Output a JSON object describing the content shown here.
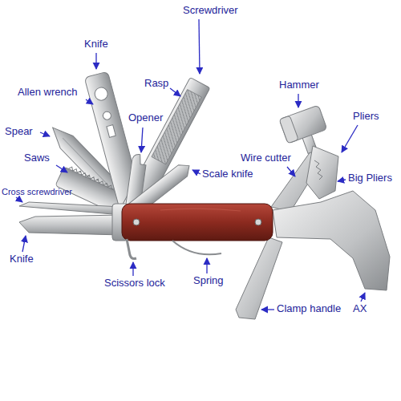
{
  "diagram": {
    "labels": [
      "Screwdriver",
      "Knife",
      "Rasp",
      "Hammer",
      "Allen wrench",
      "Pliers",
      "Opener",
      "Spear",
      "Saws",
      "Wire cutter",
      "Scale knife",
      "Big Pliers",
      "Cross screwdriver",
      "Knife",
      "Scissors lock",
      "Spring",
      "Clamp handle",
      "AX"
    ]
  }
}
